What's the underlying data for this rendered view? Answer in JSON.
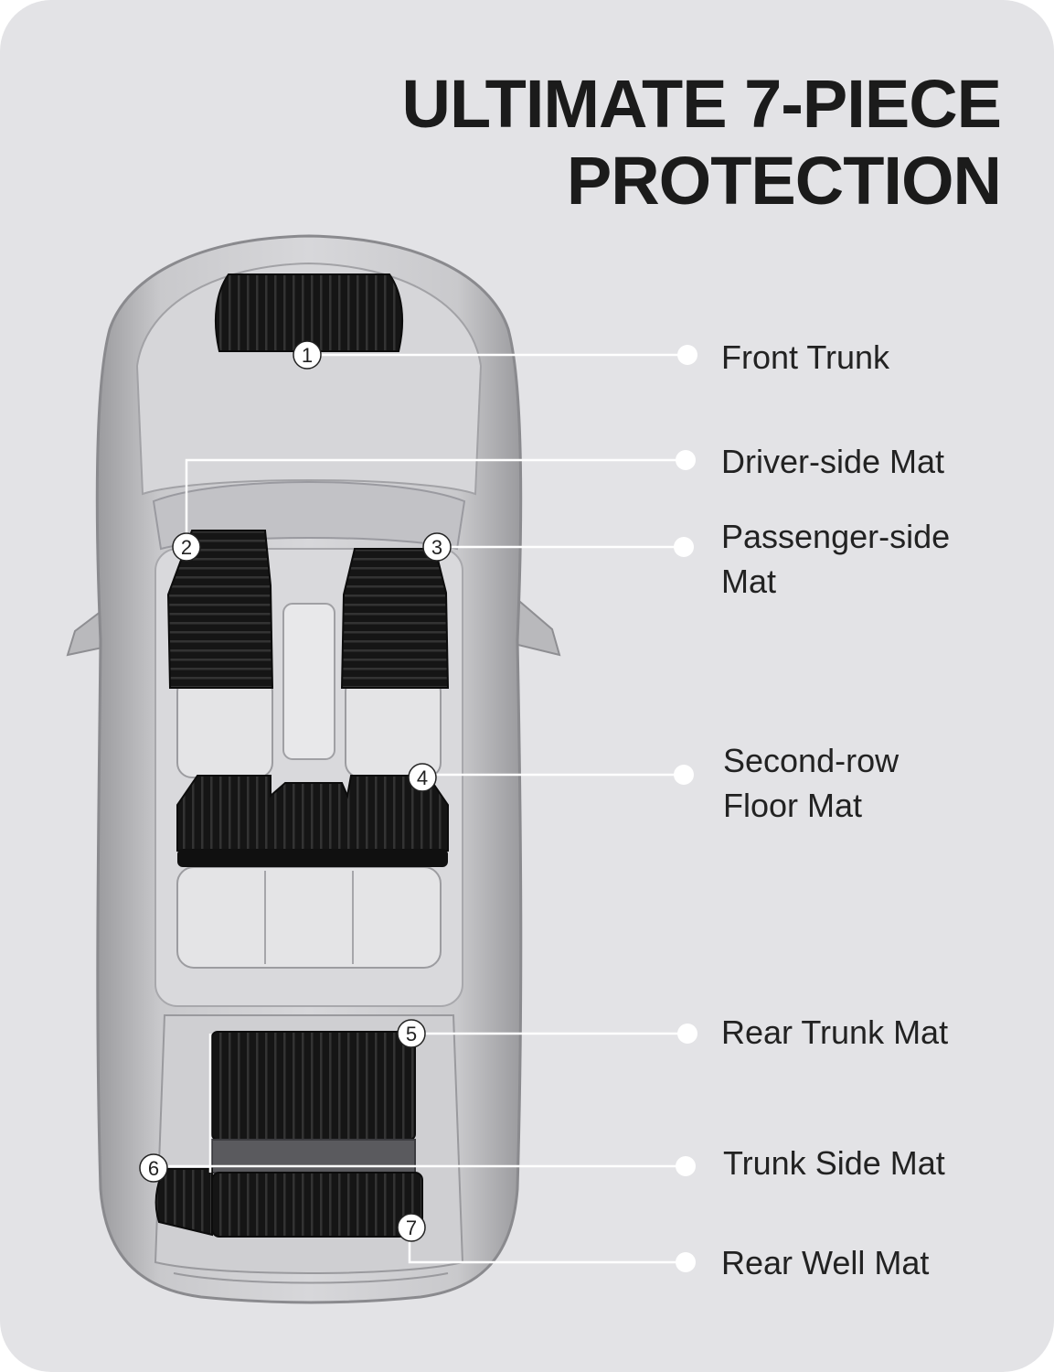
{
  "title": {
    "line1": "ULTIMATE 7-PIECE",
    "line2": "PROTECTION"
  },
  "colors": {
    "background": "#e3e3e6",
    "mat": "#151515",
    "callout": "#ffffff",
    "text": "#222222"
  },
  "callouts": [
    {
      "num": "1",
      "label": "Front Trunk"
    },
    {
      "num": "2",
      "label": "Driver-side Mat"
    },
    {
      "num": "3",
      "label_line1": "Passenger-side",
      "label_line2": "Mat"
    },
    {
      "num": "4",
      "label_line1": "Second-row",
      "label_line2": "Floor Mat"
    },
    {
      "num": "5",
      "label": "Rear Trunk Mat"
    },
    {
      "num": "6",
      "label": "Trunk Side Mat"
    },
    {
      "num": "7",
      "label": "Rear Well Mat"
    }
  ]
}
